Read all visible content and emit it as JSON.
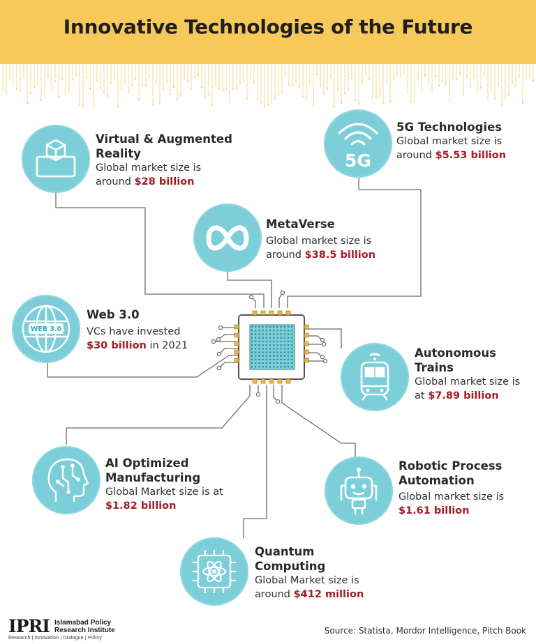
{
  "title": "Innovative Technologies of the Future",
  "colors": {
    "header": "#f7c85a",
    "circle": "#7ccfd8",
    "value": "#a31d24",
    "wire": "#6b6b6b"
  },
  "items": {
    "vr": {
      "icon": "vr-headset-icon",
      "title": "Virtual & Augmented Reality",
      "desc": "Global market size is around",
      "value": "$28 billion"
    },
    "fiveg": {
      "icon": "5g-signal-icon",
      "title": "5G Technologies",
      "desc": "Global market size is around",
      "value": "$5.53 billion"
    },
    "metaverse": {
      "icon": "infinity-icon",
      "title": "MetaVerse",
      "desc": "Global market size is around",
      "value": "$38.5 billion"
    },
    "web3": {
      "icon": "globe-icon",
      "icon_label": "WEB 3.0",
      "title": "Web 3.0",
      "desc": "VCs have invested",
      "value": "$30 billion",
      "desc_suffix": "in 2021"
    },
    "trains": {
      "icon": "train-icon",
      "title": "Autonomous Trains",
      "desc": "Global market size is at",
      "value": "$7.89 billion"
    },
    "ai": {
      "icon": "ai-head-icon",
      "title": "AI Optimized Manufacturing",
      "desc": "Global Market size is at",
      "value": "$1.82 billion"
    },
    "rpa": {
      "icon": "robot-icon",
      "title": "Robotic Process Automation",
      "desc": "Global market size is",
      "value": "$1.61 billion"
    },
    "quantum": {
      "icon": "atom-chip-icon",
      "title": "Quantum Computing",
      "desc": "Global Market size is around",
      "value": "$412 million"
    }
  },
  "footer": {
    "logo": "IPRI",
    "org_name": "Islamabad Policy Research Institute",
    "tagline": "Research | Innovation | Dialogue | Policy",
    "source": "Source: Statista, Mordor Intelligence, Pitch Book"
  }
}
